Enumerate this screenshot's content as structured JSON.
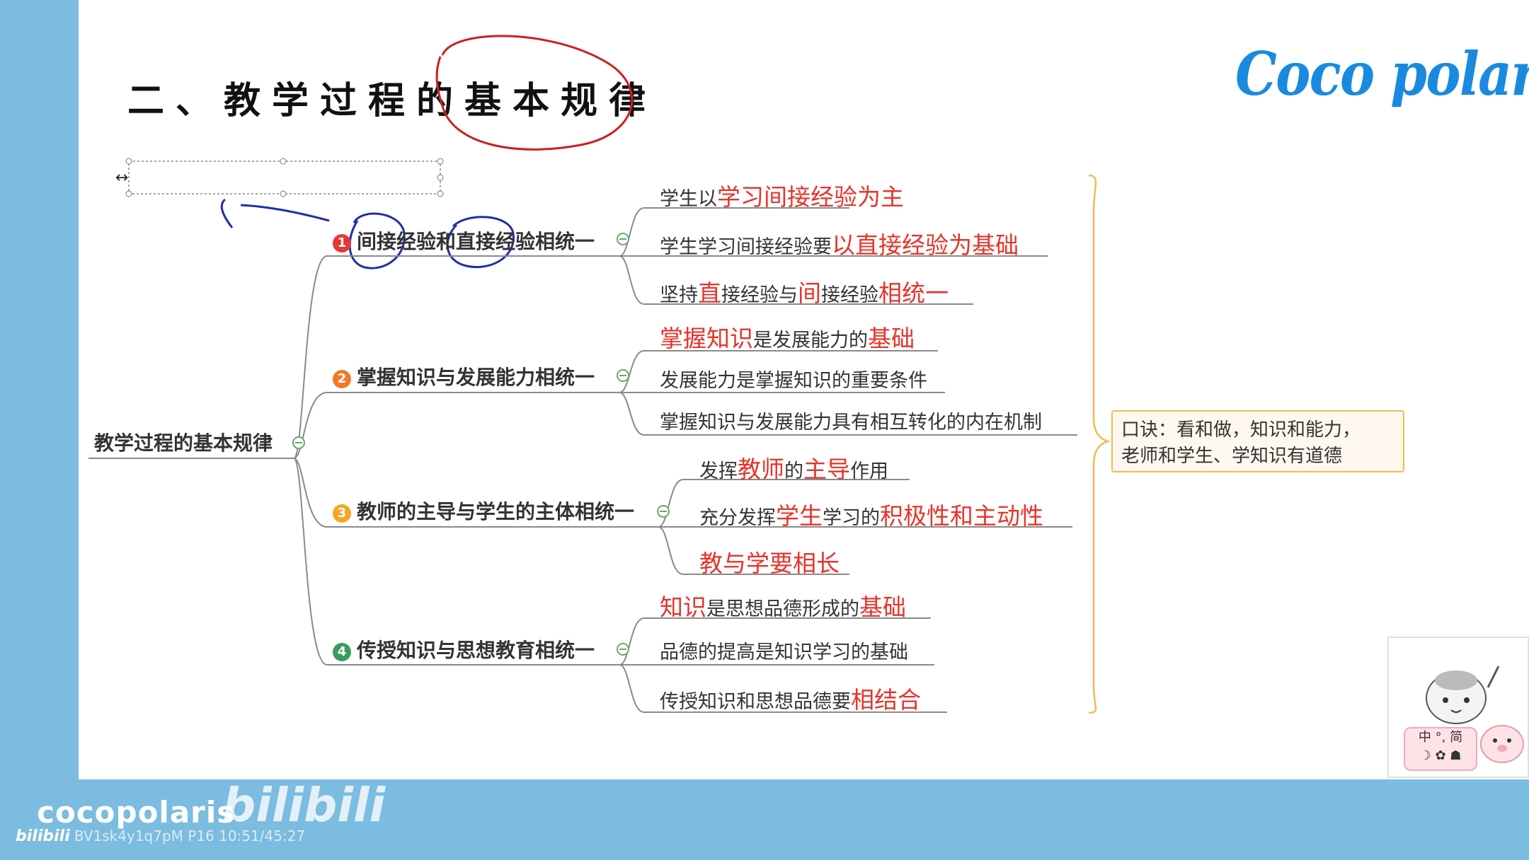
{
  "slide": {
    "title": "二、教学过程的基本规律",
    "logo": "Coco polaris"
  },
  "mindmap": {
    "root": "教学过程的基本规律",
    "branches": [
      {
        "number": "1",
        "label": "间接经验和直接经验相统一",
        "badge_color": "#e53935",
        "leaves": [
          [
            {
              "t": "学生以",
              "hl": false
            },
            {
              "t": "学习间接经验为主",
              "hl": true
            }
          ],
          [
            {
              "t": "学生学习间接经验要",
              "hl": false
            },
            {
              "t": "以直接经验为基础",
              "hl": true
            }
          ],
          [
            {
              "t": "坚持",
              "hl": false
            },
            {
              "t": "直",
              "hl": true
            },
            {
              "t": "接经验与",
              "hl": false
            },
            {
              "t": "间",
              "hl": true
            },
            {
              "t": "接经验",
              "hl": false
            },
            {
              "t": "相统一",
              "hl": true
            }
          ]
        ]
      },
      {
        "number": "2",
        "label": "掌握知识与发展能力相统一",
        "badge_color": "#f07a28",
        "leaves": [
          [
            {
              "t": "掌握知识",
              "hl": true
            },
            {
              "t": "是发展能力的",
              "hl": false
            },
            {
              "t": "基础",
              "hl": true
            }
          ],
          [
            {
              "t": "发展能力是掌握知识的重要条件",
              "hl": false
            }
          ],
          [
            {
              "t": "掌握知识与发展能力具有相互转化的内在机制",
              "hl": false
            }
          ]
        ]
      },
      {
        "number": "3",
        "label": "教师的主导与学生的主体相统一",
        "badge_color": "#f5a623",
        "leaves": [
          [
            {
              "t": "发挥",
              "hl": false
            },
            {
              "t": "教师",
              "hl": true
            },
            {
              "t": "的",
              "hl": false
            },
            {
              "t": "主导",
              "hl": true
            },
            {
              "t": "作用",
              "hl": false
            }
          ],
          [
            {
              "t": "充分发挥",
              "hl": false
            },
            {
              "t": "学生",
              "hl": true
            },
            {
              "t": "学习的",
              "hl": false
            },
            {
              "t": "积极性和主动性",
              "hl": true
            }
          ],
          [
            {
              "t": "教与学要相长",
              "hl": true
            }
          ]
        ]
      },
      {
        "number": "4",
        "label": "传授知识与思想教育相统一",
        "badge_color": "#3a9b5c",
        "leaves": [
          [
            {
              "t": "知识",
              "hl": true
            },
            {
              "t": "是思想品德形成的",
              "hl": false
            },
            {
              "t": "基础",
              "hl": true
            }
          ],
          [
            {
              "t": "品德的提高是知识学习的基础",
              "hl": false
            }
          ],
          [
            {
              "t": "传授知识和思想品德要",
              "hl": false
            },
            {
              "t": "相结合",
              "hl": true
            }
          ]
        ]
      }
    ],
    "mnemonic": {
      "line1": "口诀：看和做，知识和能力，",
      "line2": "老师和学生、学知识有道德"
    }
  },
  "annotation_color": "#cc1f1f",
  "pen_color": "#1f2fa8",
  "ime": {
    "line1": "中 °, 简",
    "line2": "☽ ✿ ☗"
  },
  "footer": {
    "username": "cocopolaris",
    "platform": "bilibili",
    "watermark": "bilibili",
    "video_info": "BV1sk4y1q7pM P16 10:51/45:27"
  }
}
